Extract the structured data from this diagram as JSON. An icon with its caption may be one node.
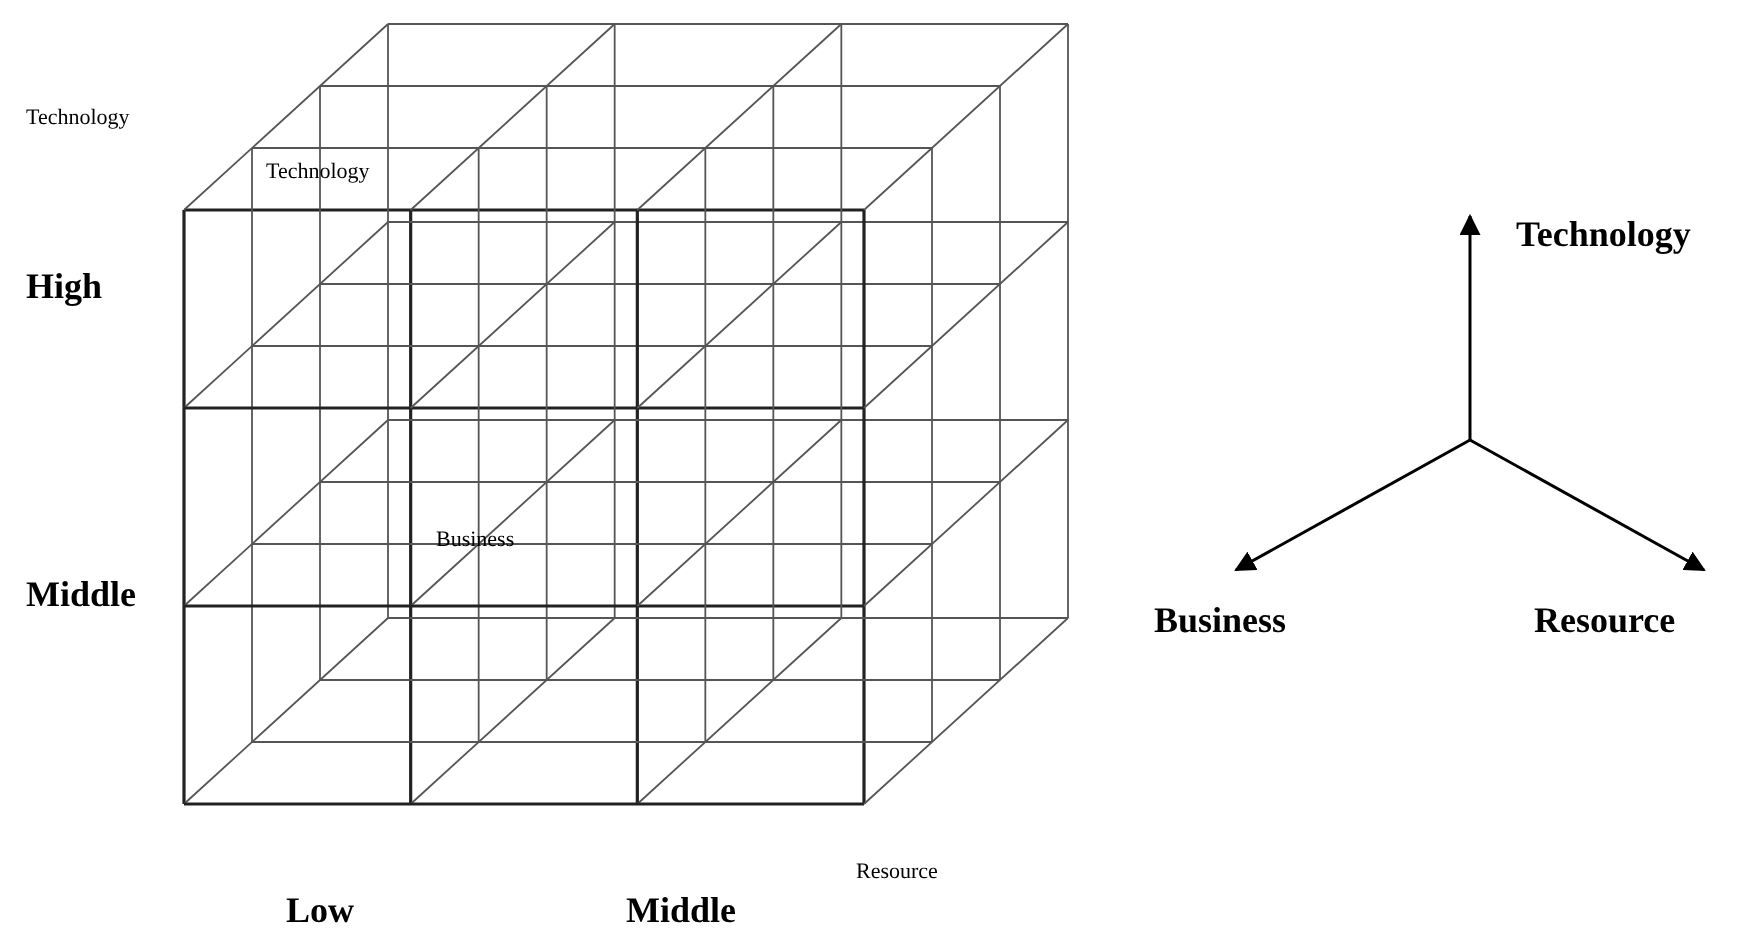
{
  "diagram": {
    "labels": [
      "Technology",
      "Technology",
      "Technology",
      "High",
      "Middle",
      "Business",
      "Business",
      "Resource",
      "Resource",
      "Low",
      "Middle"
    ]
  }
}
